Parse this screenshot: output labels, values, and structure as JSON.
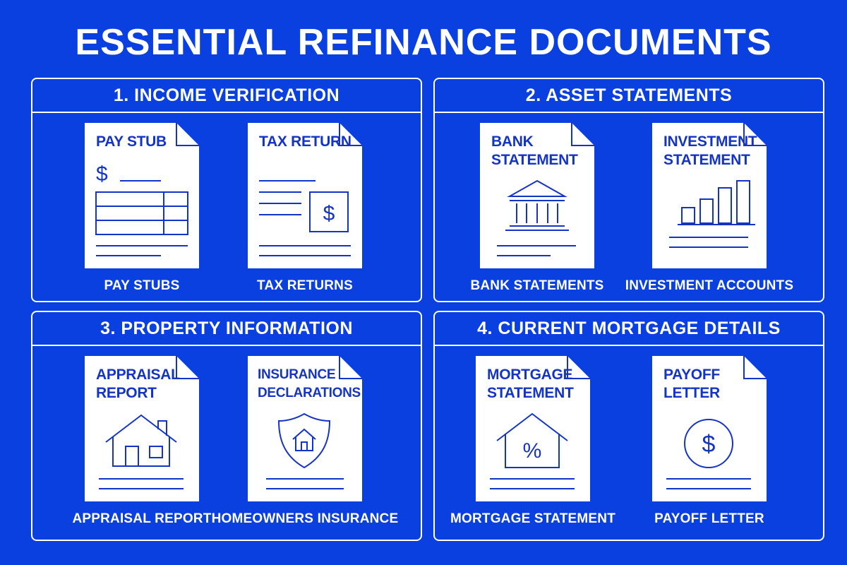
{
  "title": "ESSENTIAL REFINANCE DOCUMENTS",
  "sections": [
    {
      "title": "1. INCOME VERIFICATION",
      "docs": [
        {
          "heading": "PAY STUB",
          "symbol": "$",
          "icon": "pay-stub-table-icon",
          "caption": "PAY STUBS"
        },
        {
          "heading": "TAX RETURN",
          "symbol": "$",
          "icon": "dollar-box-icon",
          "caption": "TAX RETURNS"
        }
      ]
    },
    {
      "title": "2. ASSET STATEMENTS",
      "docs": [
        {
          "heading": "BANK STATEMENT",
          "icon": "bank-building-icon",
          "caption": "BANK STATEMENTS"
        },
        {
          "heading": "INVESTMENT STATEMENT",
          "icon": "bar-chart-icon",
          "caption": "INVESTMENT ACCOUNTS"
        }
      ]
    },
    {
      "title": "3. PROPERTY INFORMATION",
      "docs": [
        {
          "heading": "APPRAISAL REPORT",
          "icon": "house-icon",
          "caption": "APPRAISAL REPORT"
        },
        {
          "heading": "INSURANCE DECLARATIONS",
          "icon": "shield-house-icon",
          "caption": "HOMEOWNERS INSURANCE"
        }
      ]
    },
    {
      "title": "4. CURRENT MORTGAGE DETAILS",
      "docs": [
        {
          "heading": "MORTGAGE STATEMENT",
          "symbol": "%",
          "icon": "house-percent-icon",
          "caption": "MORTGAGE STATEMENT"
        },
        {
          "heading": "PAYOFF LETTER",
          "symbol": "$",
          "icon": "dollar-circle-icon",
          "caption": "PAYOFF LETTER"
        }
      ]
    }
  ],
  "colors": {
    "background": "#0a3fe0",
    "ink": "#1434c8",
    "paper": "#ffffff"
  }
}
